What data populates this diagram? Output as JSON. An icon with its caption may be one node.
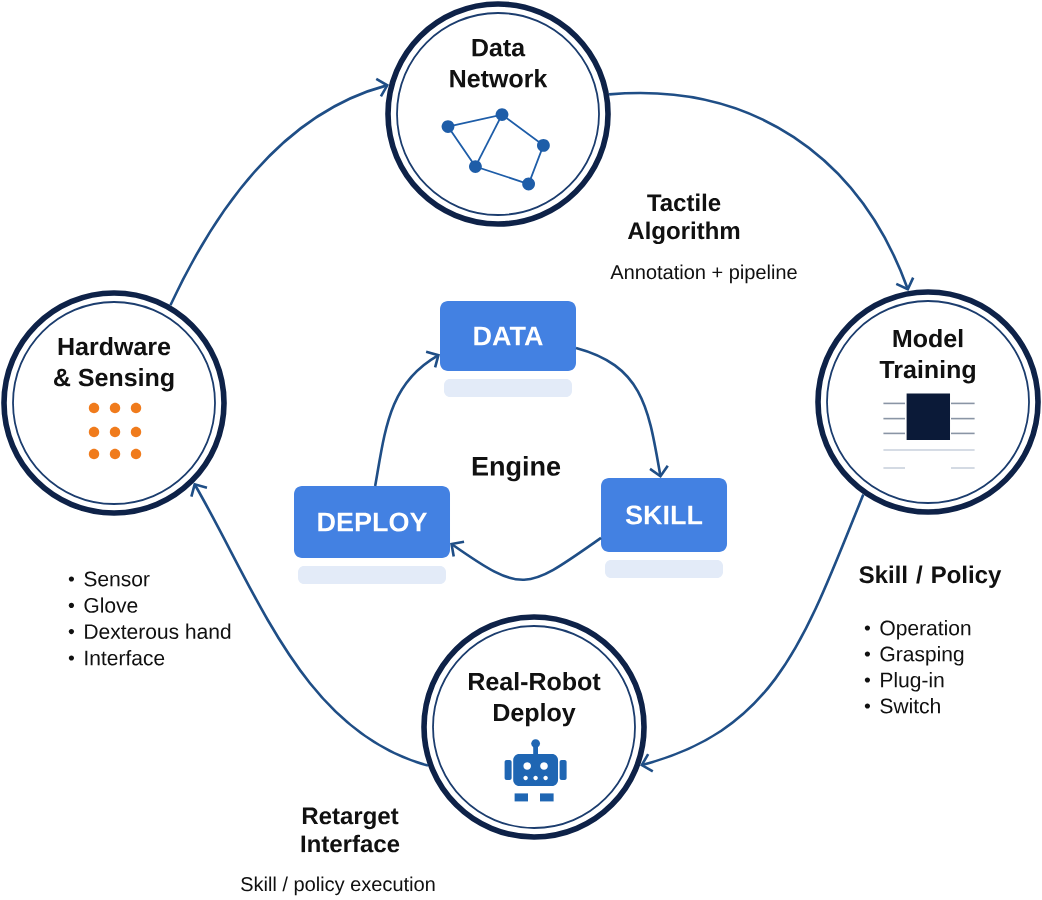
{
  "diagram": {
    "nodes": [
      {
        "text": [
          "Data Network"
        ]
      },
      {
        "text": [
          "Model Training"
        ]
      },
      {
        "text": [
          "Real-Robot Deploy"
        ]
      },
      {
        "text": [
          "Hardware & Sensing"
        ]
      },
      {
        "text": [
          "DATA"
        ]
      },
      {
        "text": [
          "SKILL"
        ]
      },
      {
        "text": [
          "DEPLOY"
        ]
      }
    ],
    "edges": [
      {
        "from": 3,
        "to": 0,
        "arrow": "to"
      },
      {
        "from": 0,
        "to": 1,
        "arrow": "to"
      },
      {
        "from": 1,
        "to": 2,
        "arrow": "to"
      },
      {
        "from": 2,
        "to": 3,
        "arrow": "to"
      },
      {
        "from": 4,
        "to": 5,
        "arrow": "to"
      },
      {
        "from": 5,
        "to": 6,
        "arrow": "to"
      },
      {
        "from": 6,
        "to": 4,
        "arrow": "to"
      }
    ],
    "labels": [
      "Tactile Algorithm",
      "Annotation + pipeline",
      "Engine",
      "Sensor",
      "Glove",
      "Dexterous hand",
      "Interface",
      "Skill / Policy",
      "Operation",
      "Grasping",
      "Plug-in",
      "Switch",
      "Retarget Interface",
      "Skill / policy execution"
    ]
  }
}
